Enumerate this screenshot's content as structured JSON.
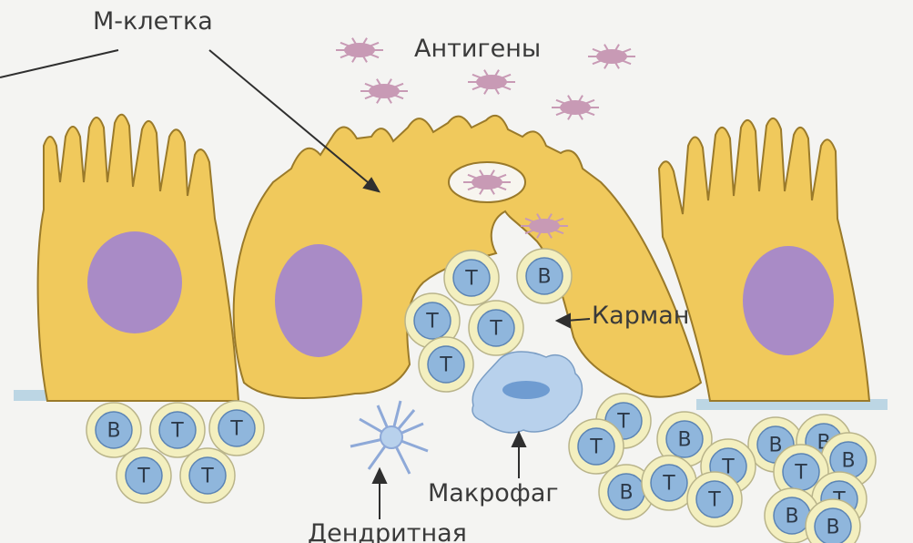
{
  "labels": {
    "m_cell": "М-клетка",
    "antigens": "Антигены",
    "pocket": "Карман",
    "macrophage": "Макрофаг",
    "dendritic": "Дендритная"
  },
  "lymphocytes": {
    "pocket": [
      "T",
      "B",
      "T",
      "T",
      "T"
    ],
    "left_group": [
      "B",
      "T",
      "T",
      "T",
      "T"
    ],
    "right_group": [
      "T",
      "T",
      "B",
      "B",
      "B",
      "B",
      "T",
      "T",
      "B",
      "T",
      "T",
      "T",
      "B",
      "B"
    ]
  },
  "colors": {
    "cell_body": "#f0c95c",
    "cell_outline": "#9a7a2a",
    "nucleus": "#a98bc6",
    "lymphocyte_ring": "#f3efbf",
    "lymphocyte_nucleus": "#8fb6dc",
    "basement_membrane": "#bcd6e4",
    "macrophage": "#b8d1ec",
    "antigen": "#c89ab5"
  }
}
